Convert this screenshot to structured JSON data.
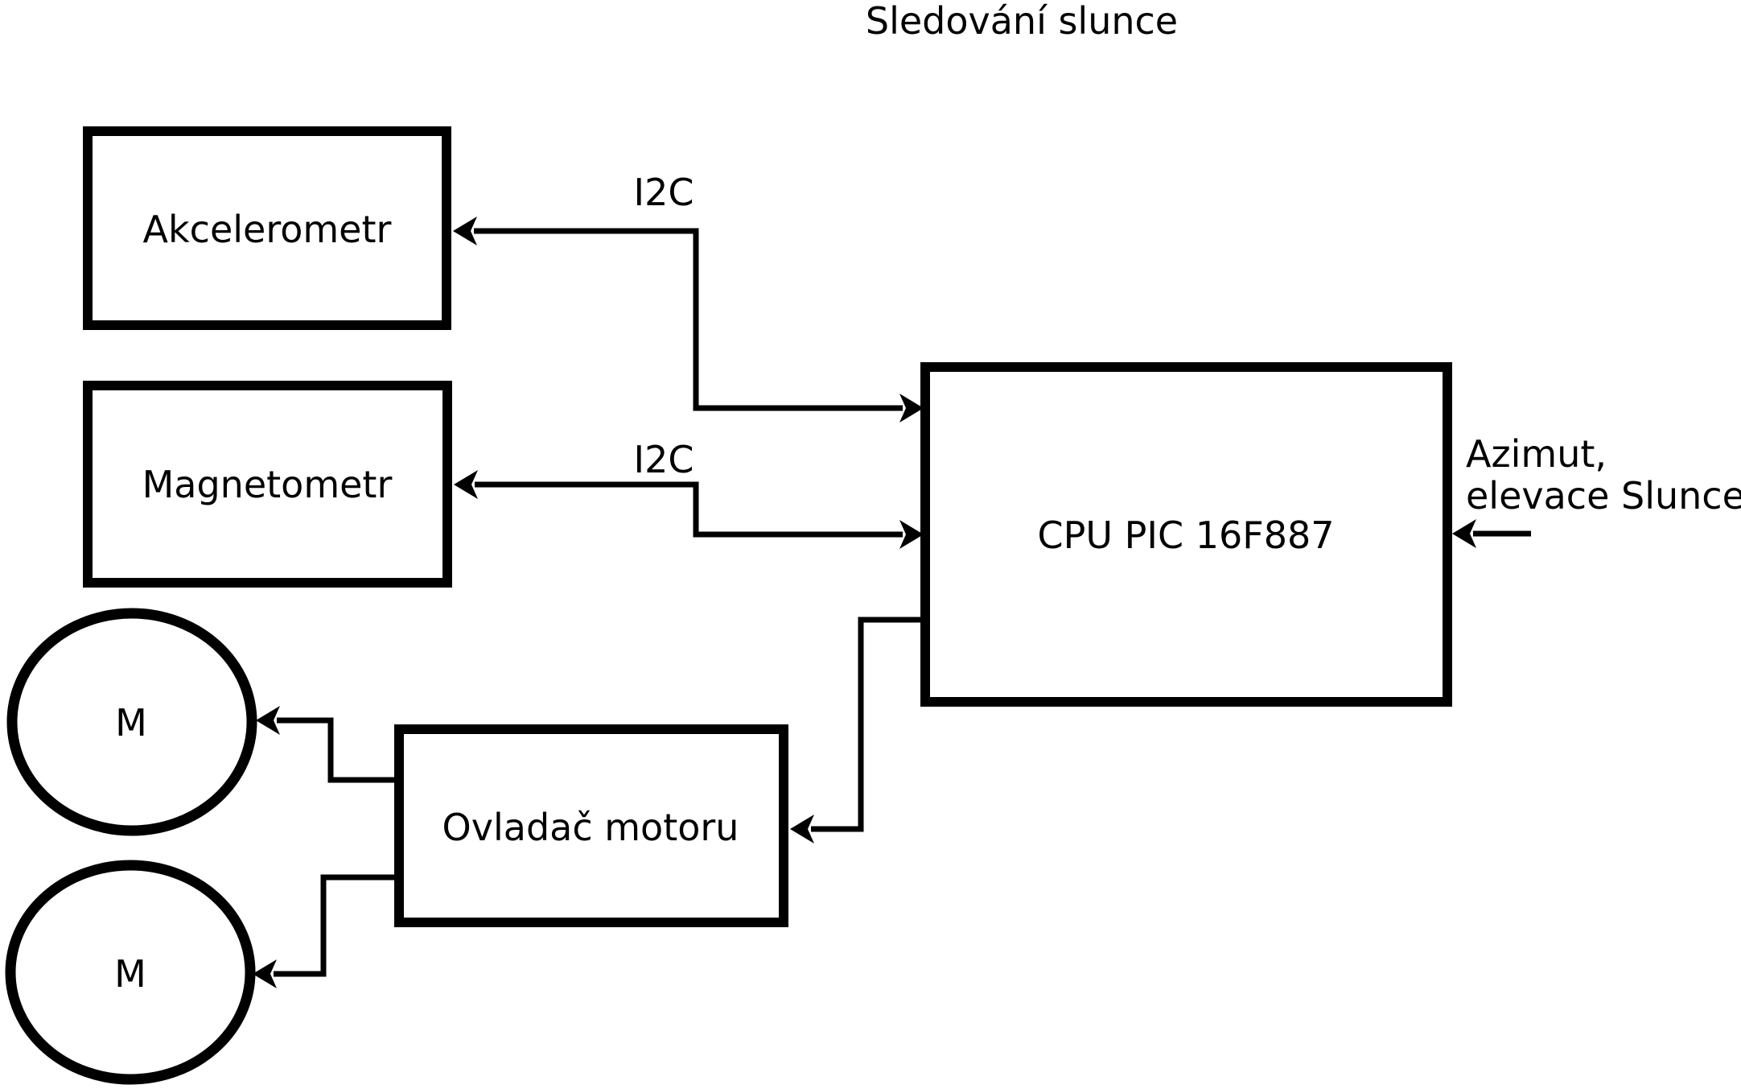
{
  "title": "Sledování slunce",
  "colors": {
    "ink": "#000000",
    "background": "#ffffff"
  },
  "diagram": {
    "nodes": {
      "akcelerometr": {
        "label": "Akcelerometr"
      },
      "magnetometr": {
        "label": "Magnetometr"
      },
      "cpu": {
        "label": "CPU PIC 16F887"
      },
      "ovladac": {
        "label": "Ovladač motoru"
      },
      "motor1": {
        "label": "M"
      },
      "motor2": {
        "label": "M"
      }
    },
    "edges": {
      "i2c_akcelerometr": {
        "label": "I2C"
      },
      "i2c_magnetometr": {
        "label": "I2C"
      }
    },
    "inputs": {
      "azimut_line1": "Azimut,",
      "azimut_line2": "elevace Slunce"
    }
  }
}
